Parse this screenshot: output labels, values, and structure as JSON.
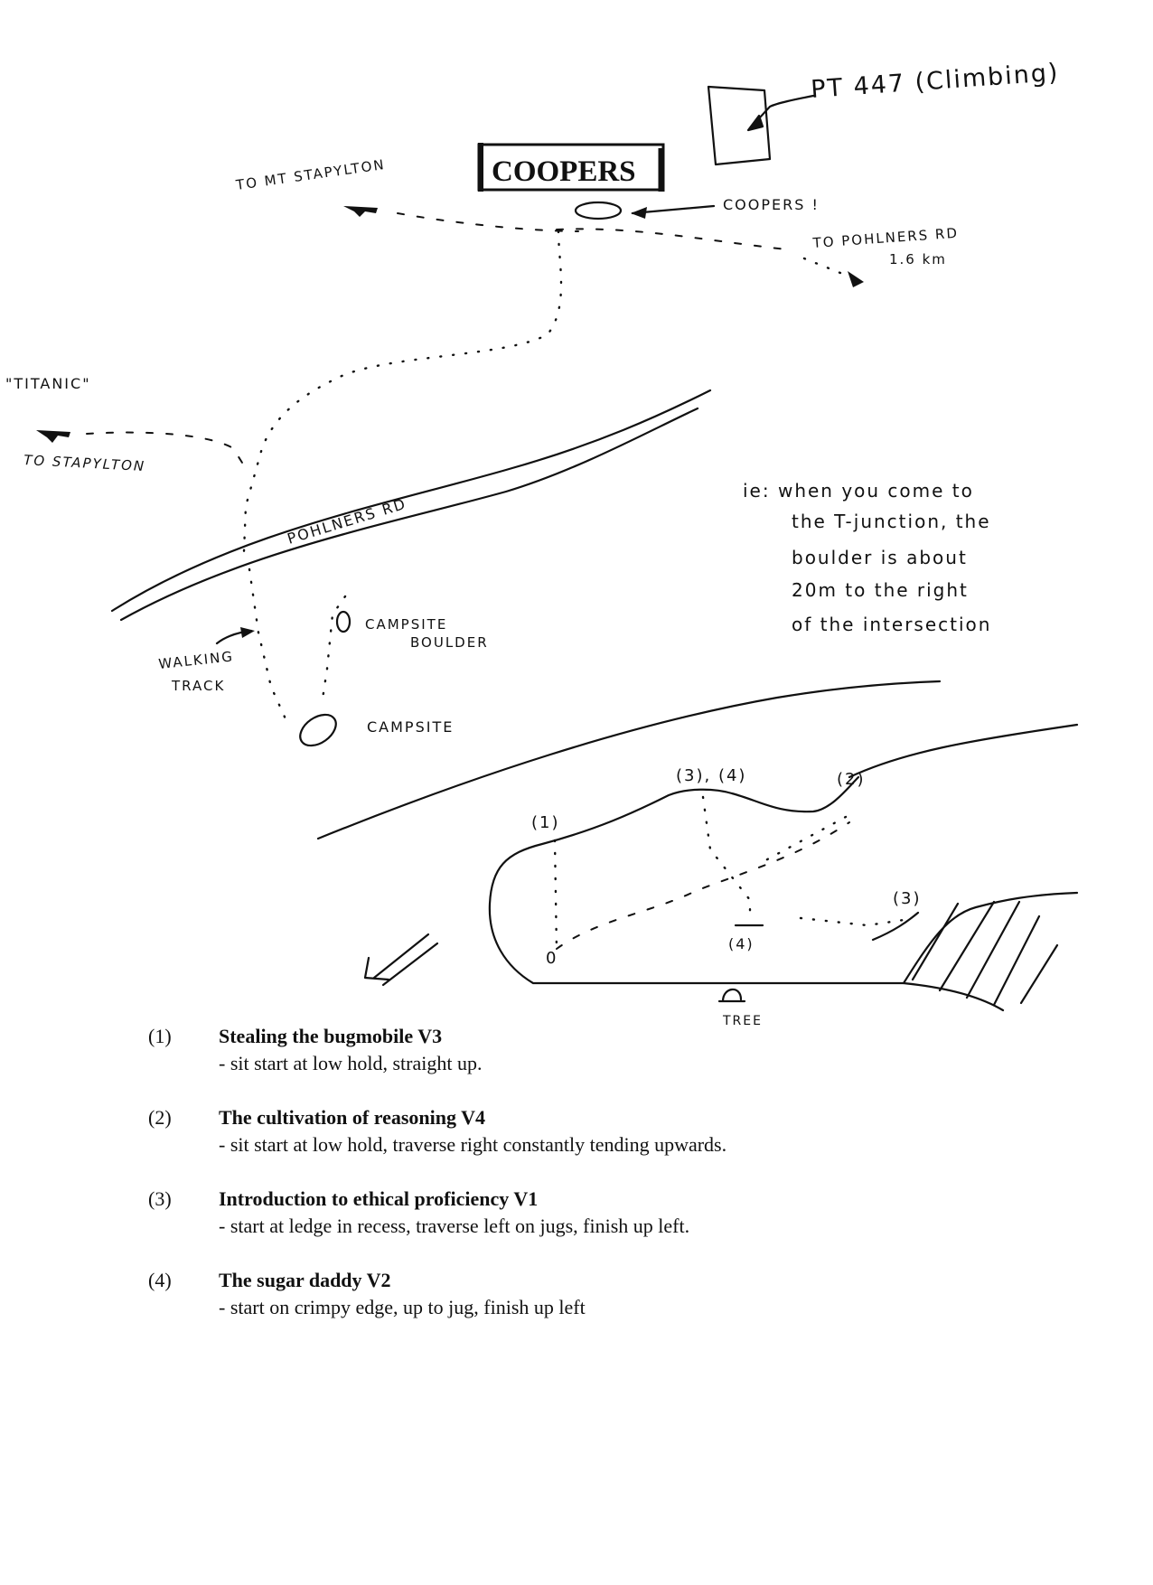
{
  "map": {
    "pt_label": "PT 447 (Climbing)",
    "coopers_sign": "COOPERS",
    "coopers_label": "COOPERS !",
    "to_mt_stapylton": "TO MT STAPYLTON",
    "to_pohlners_rd": "TO POHLNERS RD",
    "distance": "1.6 km",
    "titanic": "\"TITANIC\"",
    "to_stapylton": "TO STAPYLTON",
    "road": "POHLNERS RD",
    "walking_track_1": "WALKING",
    "walking_track_2": "TRACK",
    "campsite_boulder_1": "CAMPSITE",
    "campsite_boulder_2": "BOULDER",
    "campsite": "CAMPSITE",
    "note": [
      "ie: when you come to",
      "the T-junction, the",
      "boulder is about",
      "20m to the right",
      "of the intersection"
    ]
  },
  "topo": {
    "label_1": "(1)",
    "label_34": "(3), (4)",
    "label_2": "(2)",
    "label_3": "(3)",
    "label_4": "(4)",
    "start_0": "0",
    "tree": "TREE"
  },
  "routes": [
    {
      "num": "(1)",
      "name": "Stealing the bugmobile  V3",
      "desc": "- sit start at low hold, straight up."
    },
    {
      "num": "(2)",
      "name": "The cultivation of reasoning V4",
      "desc": "- sit start at low hold, traverse right constantly tending upwards."
    },
    {
      "num": "(3)",
      "name": "Introduction to ethical proficiency  V1",
      "desc": "- start at ledge in recess, traverse left on jugs, finish up left."
    },
    {
      "num": "(4)",
      "name": "The sugar daddy  V2",
      "desc": "- start on crimpy edge, up to jug, finish up left"
    }
  ]
}
